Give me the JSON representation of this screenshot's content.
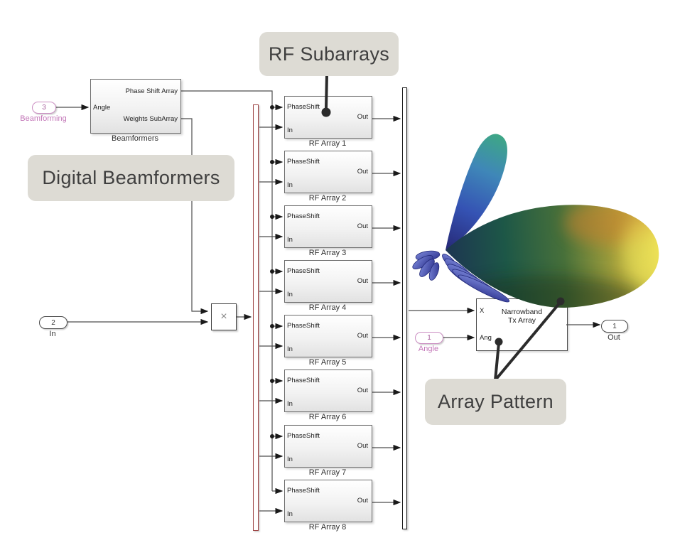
{
  "diagram": {
    "callouts": {
      "rf_subarrays": "RF Subarrays",
      "digital_beamformers": "Digital Beamformers",
      "array_pattern": "Array Pattern"
    },
    "beamformers": {
      "name": "Beamformers",
      "port_out_top": "Phase Shift Array",
      "port_in": "Angle",
      "port_out_bottom": "Weights SubArray"
    },
    "inports": {
      "beamforming": {
        "number": "3",
        "label": "Beamforming"
      },
      "in": {
        "number": "2",
        "label": "In"
      },
      "angle": {
        "number": "1",
        "label": "Angle"
      }
    },
    "outport": {
      "number": "1",
      "label": "Out"
    },
    "product": {
      "symbol": "×"
    },
    "rf": {
      "port_phaseshift": "PhaseShift",
      "port_in": "In",
      "port_out": "Out",
      "blocks": [
        "RF Array 1",
        "RF Array 2",
        "RF Array 3",
        "RF Array 4",
        "RF Array 5",
        "RF Array 6",
        "RF Array 7",
        "RF Array 8"
      ]
    },
    "narrowband": {
      "line1": "Narrowband",
      "line2": "Tx Array",
      "port_x": "X",
      "port_ang": "Ang"
    },
    "colors": {
      "pink_accent": "#c377b8",
      "demux_red_border": "#9c4040",
      "mux_black_border": "#1c1c1c",
      "callout_bg": "#dddbd4",
      "callout_text": "#3f3f3f",
      "beam_base_blue": "#272a78",
      "beam_teal_tip": "#3ea687",
      "beam_dark_green": "#1d5747",
      "beam_yellow": "#ecdf55",
      "beam_orange": "#c87f2e",
      "sidelobe_blue": "#4a58c4"
    }
  }
}
